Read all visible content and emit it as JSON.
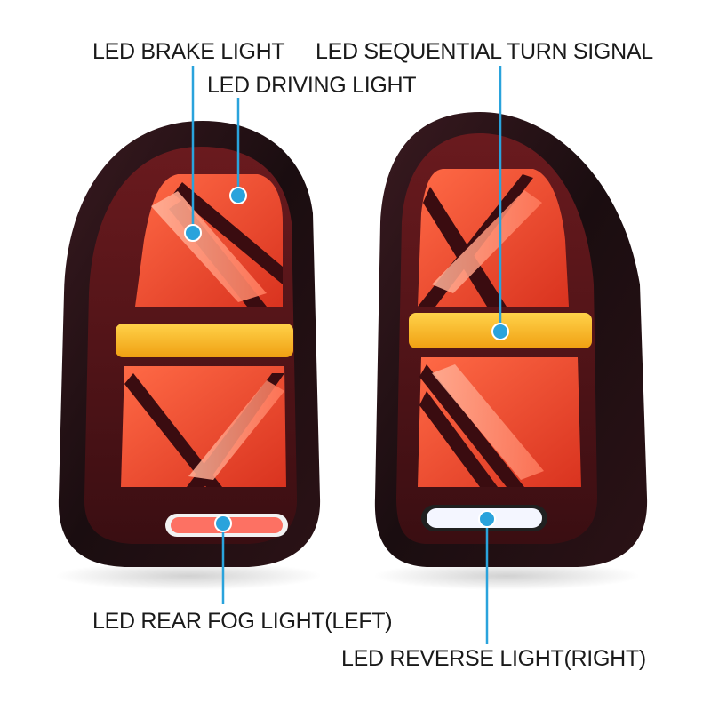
{
  "labels": {
    "brake": "LED BRAKE LIGHT",
    "driving": "LED DRIVING LIGHT",
    "turn": "LED SEQUENTIAL TURN  SIGNAL",
    "fog": "LED REAR FOG LIGHT(LEFT)",
    "reverse": "LED REVERSE LIGHT(RIGHT)"
  },
  "colors": {
    "callout_line": "#2aa3dc",
    "callout_dot": "#2aa3dc",
    "housing": "#1b1012",
    "lens_red": "#e8412a",
    "amber": "#f5b21c",
    "fog_red": "#ff5a4a",
    "reverse_white": "#f4f6ff"
  }
}
